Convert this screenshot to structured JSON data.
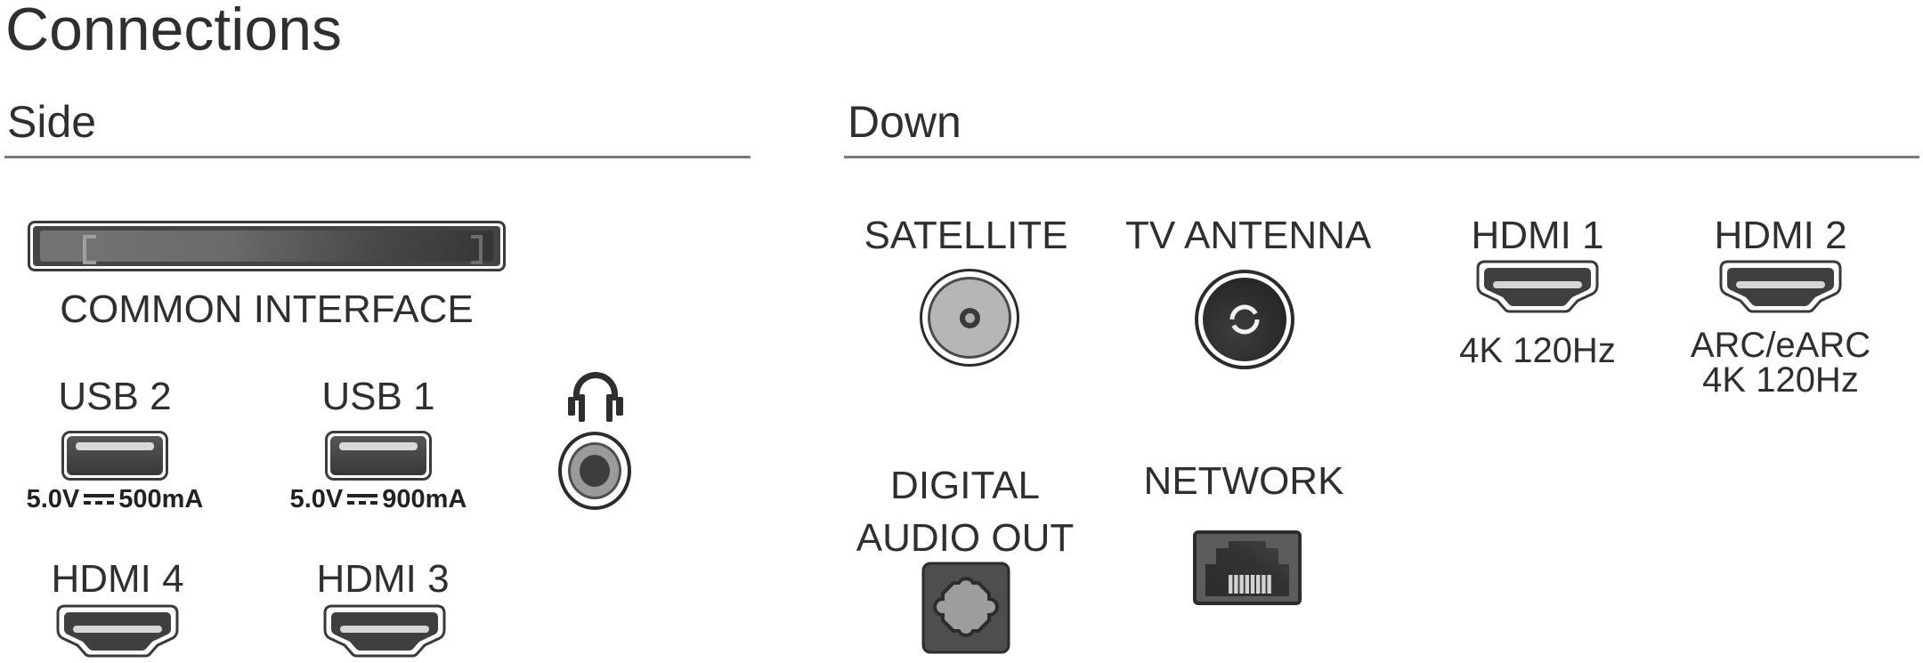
{
  "title": "Connections",
  "colors": {
    "text": "#2f2f2f",
    "rule": "#7a7a7a",
    "port_dark": "#3f3f3f",
    "port_highlight": "#d6d6d6"
  },
  "side": {
    "heading": "Side",
    "common_interface": {
      "label": "COMMON INTERFACE"
    },
    "usb2": {
      "label": "USB 2",
      "voltage": "5.0V",
      "current": "500mA"
    },
    "usb1": {
      "label": "USB 1",
      "voltage": "5.0V",
      "current": "900mA"
    },
    "hdmi4": {
      "label": "HDMI 4"
    },
    "hdmi3": {
      "label": "HDMI 3"
    }
  },
  "down": {
    "heading": "Down",
    "satellite": {
      "label": "SATELLITE"
    },
    "tv_antenna": {
      "label": "TV ANTENNA"
    },
    "hdmi1": {
      "label": "HDMI 1",
      "caption": "4K 120Hz"
    },
    "hdmi2": {
      "label": "HDMI 2",
      "caption_line1": "ARC/eARC",
      "caption_line2": "4K 120Hz"
    },
    "digital_audio_out": {
      "label_line1": "DIGITAL",
      "label_line2": "AUDIO OUT"
    },
    "network": {
      "label": "NETWORK"
    }
  }
}
